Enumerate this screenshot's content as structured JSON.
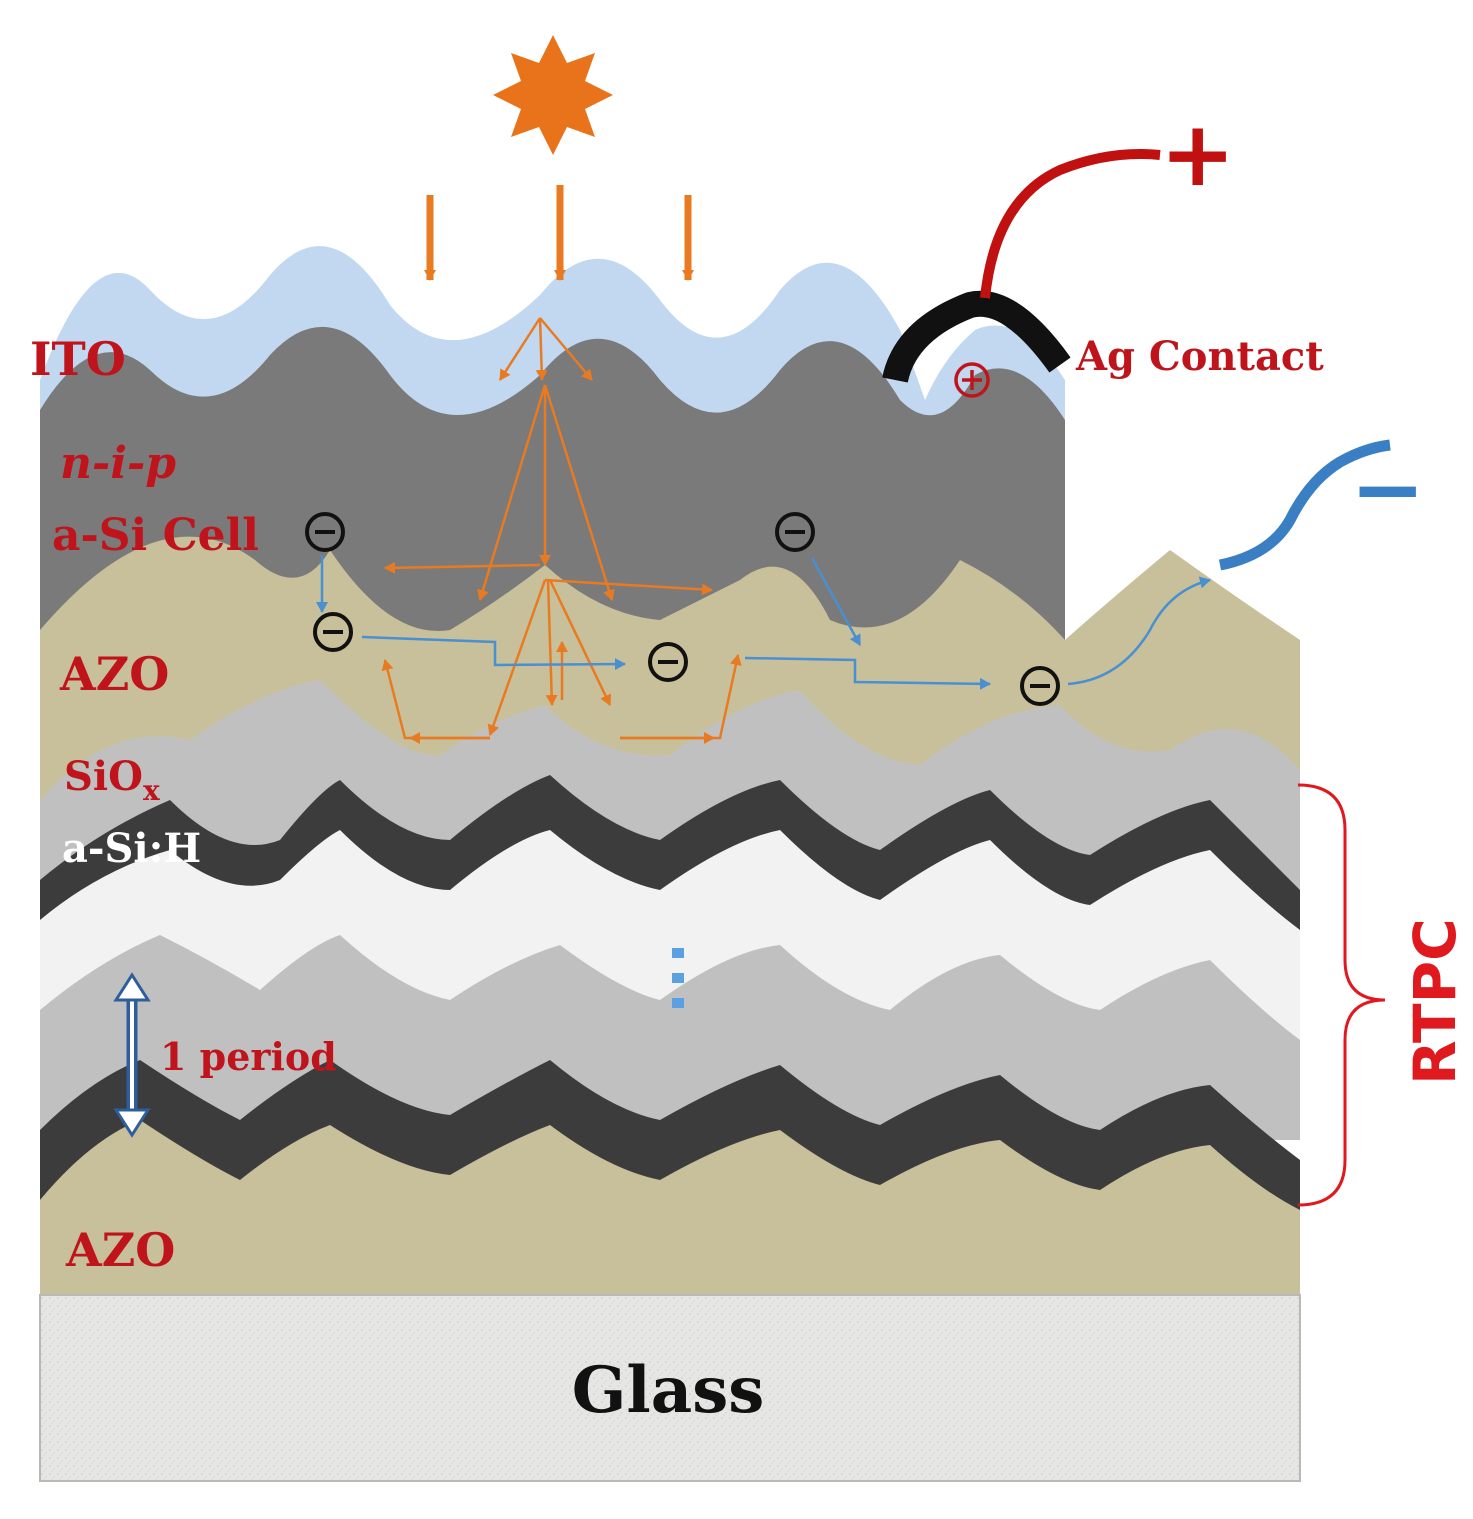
{
  "labels": {
    "ito": "ITO",
    "nip": "n-i-p",
    "asi_cell": "a-Si Cell",
    "azo_top": "AZO",
    "siox_base": "SiO",
    "siox_sub": "x",
    "asih": "a-Si:H",
    "period": "1 period",
    "azo_bottom": "AZO",
    "glass": "Glass",
    "ag_contact": "Ag Contact",
    "plus": "+",
    "minus": "−",
    "rtpc": "RTPC"
  },
  "colors": {
    "ito": "#c2d8f0",
    "nip": "#7a7a7a",
    "azo": "#c8c09a",
    "siox": "#c0c0c0",
    "asih": "#3c3c3c",
    "light": "#f2f2f2",
    "glass": "#e6e6e4",
    "label_red": "#c0141c",
    "light_ray": "#e87b22",
    "electron_path": "#4a8fd0",
    "sun": "#e8731a",
    "positive_wire": "#c01010",
    "negative_wire": "#3a7fc4",
    "contact": "#111111",
    "bracket": "#e0191e"
  },
  "icons": {
    "sun": "sun-icon",
    "electron": "electron-icon",
    "hole": "hole-icon"
  }
}
